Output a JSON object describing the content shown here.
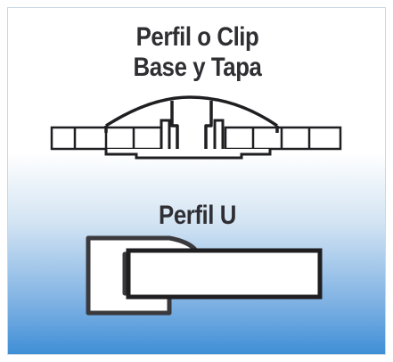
{
  "clip_section": {
    "title_line1": "Perfil o Clip",
    "title_line2": "Base y Tapa"
  },
  "u_section": {
    "title": "Perfil U"
  },
  "colors": {
    "stroke": "#1f1f22",
    "text": "#2f2f33",
    "gradient_bottom": "#3f8fd6"
  }
}
